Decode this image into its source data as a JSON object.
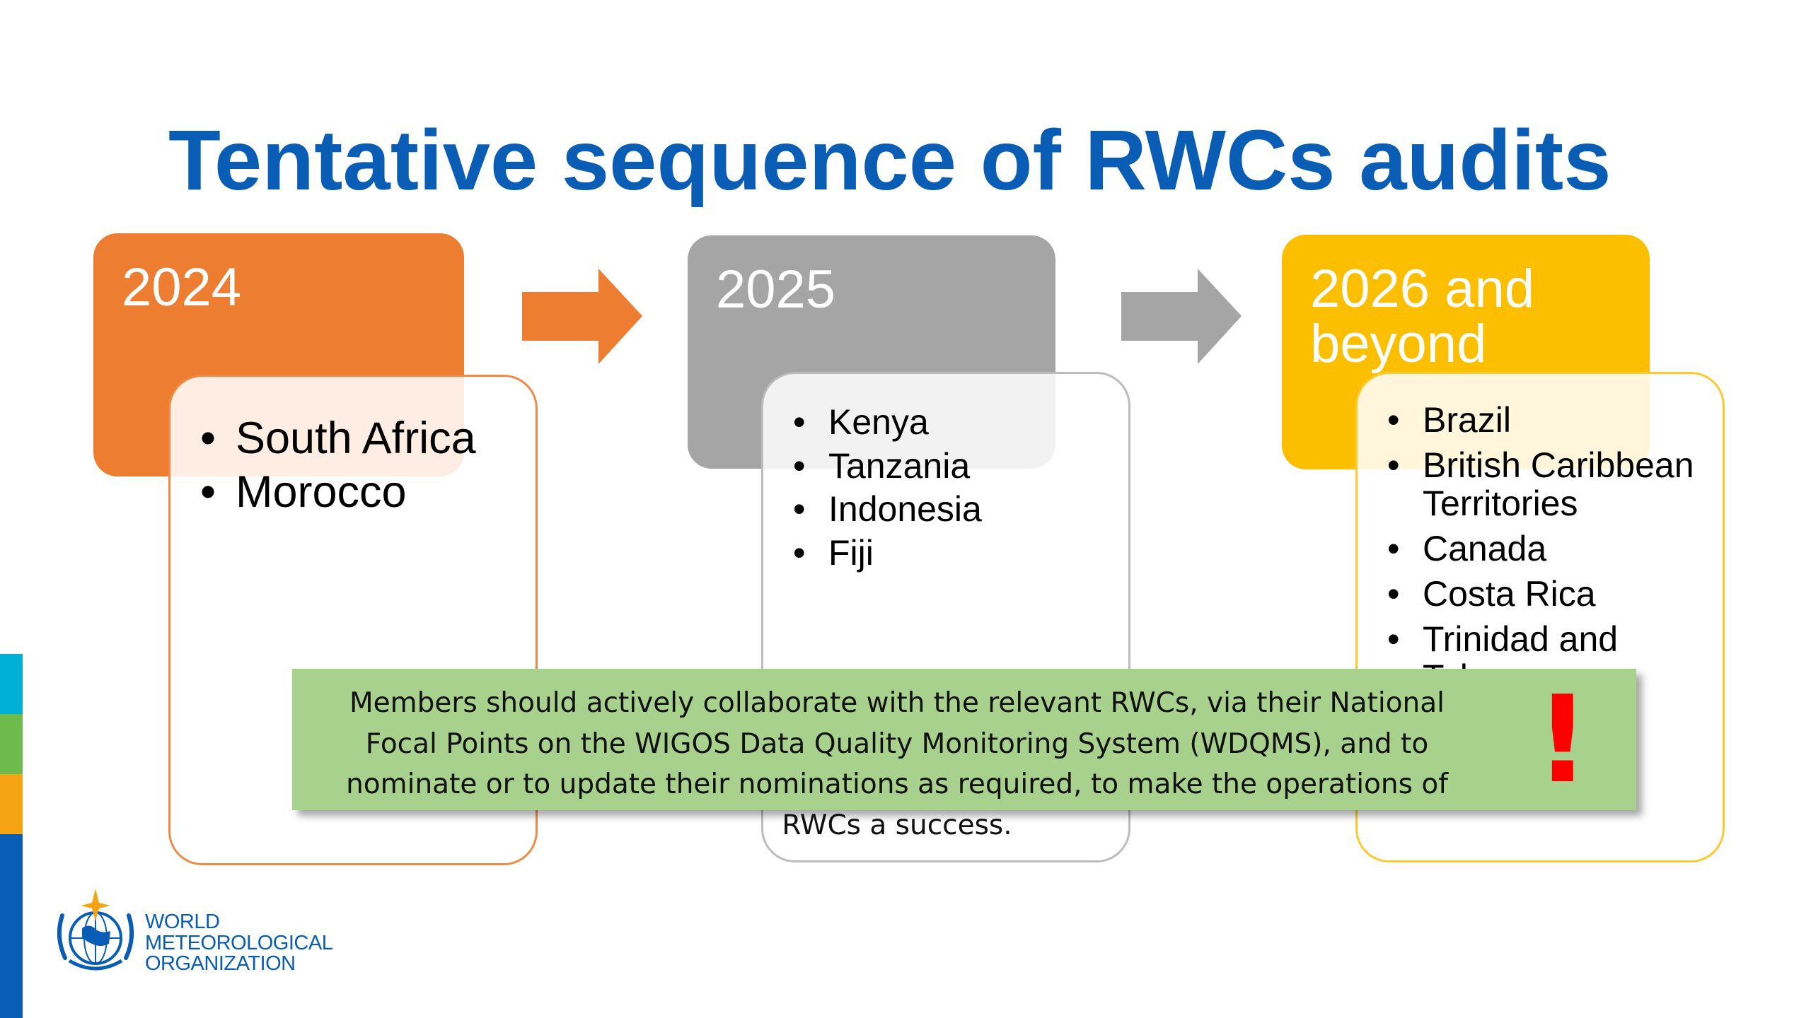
{
  "slide": {
    "title": "Tentative sequence of RWCs audits"
  },
  "timeline": {
    "stages": [
      {
        "year": "2024",
        "items": [
          "South Africa",
          "Morocco"
        ]
      },
      {
        "year": "2025",
        "items": [
          "Kenya",
          "Tanzania",
          "Indonesia",
          "Fiji"
        ]
      },
      {
        "year": "2026 and beyond",
        "items": [
          "Brazil",
          "British Caribbean Territories",
          "Canada",
          "Costa Rica",
          "Trinidad and Tobago"
        ]
      }
    ]
  },
  "note": {
    "text": "Members should actively collaborate with the relevant RWCs, via their National Focal Points on the WIGOS Data Quality Monitoring System (WDQMS), and to nominate or to update their nominations as required, to make the operations of RWCs a success.",
    "mark": "!"
  },
  "organization": {
    "name_lines": [
      "WORLD",
      "METEOROLOGICAL",
      "ORGANIZATION"
    ]
  },
  "colors": {
    "title": "#0a5db4",
    "stage_2024": "#ec7d31",
    "stage_2025": "#a5a5a5",
    "stage_2026": "#fcbf00",
    "note_background": "#a9d18e",
    "alert": "#ff0000",
    "side_bar": [
      "#00b0d7",
      "#6cbb4c",
      "#f4a312",
      "#0a5db4"
    ]
  },
  "icons": {
    "arrow_1": "right-arrow-icon",
    "arrow_2": "right-arrow-icon",
    "logo": "wmo-emblem-icon"
  }
}
